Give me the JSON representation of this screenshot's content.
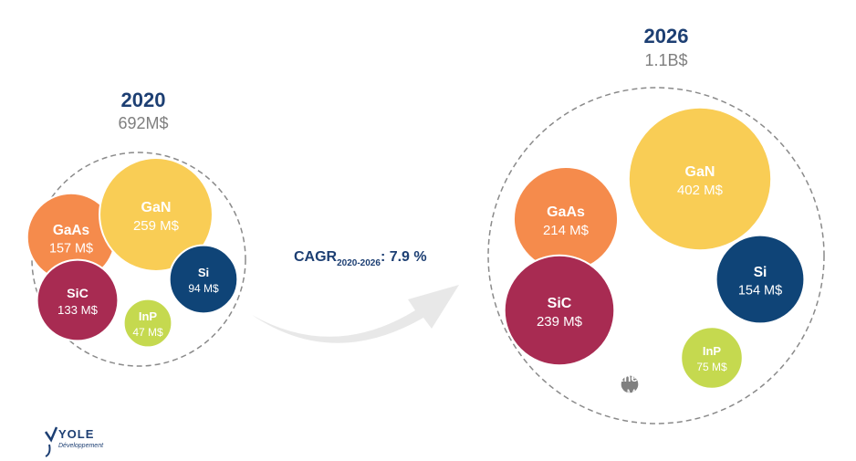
{
  "chart_data": [
    {
      "type": "bubble",
      "year": "2020",
      "total": "692M$",
      "unit": "M$",
      "bubbles": [
        {
          "name": "GaN",
          "value": 259,
          "label": "259 M$",
          "color": "#f9cd55"
        },
        {
          "name": "GaAs",
          "value": 157,
          "label": "157 M$",
          "color": "#f58b4c"
        },
        {
          "name": "Si",
          "value": 94,
          "label": "94 M$",
          "color": "#0f4477"
        },
        {
          "name": "SiC",
          "value": 133,
          "label": "133 M$",
          "color": "#a82b52"
        },
        {
          "name": "InP",
          "value": 47,
          "label": "47 M$",
          "color": "#c5d94f"
        }
      ]
    },
    {
      "type": "bubble",
      "year": "2026",
      "total": "1.1B$",
      "unit": "M$",
      "bubbles": [
        {
          "name": "GaN",
          "value": 402,
          "label": "402 M$",
          "color": "#f9cd55"
        },
        {
          "name": "GaAs",
          "value": 214,
          "label": "214 M$",
          "color": "#f58b4c"
        },
        {
          "name": "Si",
          "value": 154,
          "label": "154 M$",
          "color": "#0f4477"
        },
        {
          "name": "SiC",
          "value": 239,
          "label": "239 M$",
          "color": "#a82b52"
        },
        {
          "name": "InP",
          "value": 75,
          "label": "75 M$",
          "color": "#c5d94f"
        },
        {
          "name": "Others",
          "value": 7,
          "label": "7 M$",
          "color": "#808080"
        }
      ]
    }
  ],
  "cagr": {
    "prefix": "CAGR",
    "sub": "2020-2026",
    "value": ": 7.9 %"
  },
  "logo": {
    "name": "YOLE",
    "tagline": "Développement"
  },
  "colors": {
    "title": "#1d3f73",
    "total": "#7f7f7f",
    "arrow": "#e8e8e8",
    "outline": "#8a8a8a"
  },
  "icons": {
    "arrow": "curved-arrow-icon",
    "logo": "yole-logo-icon"
  }
}
